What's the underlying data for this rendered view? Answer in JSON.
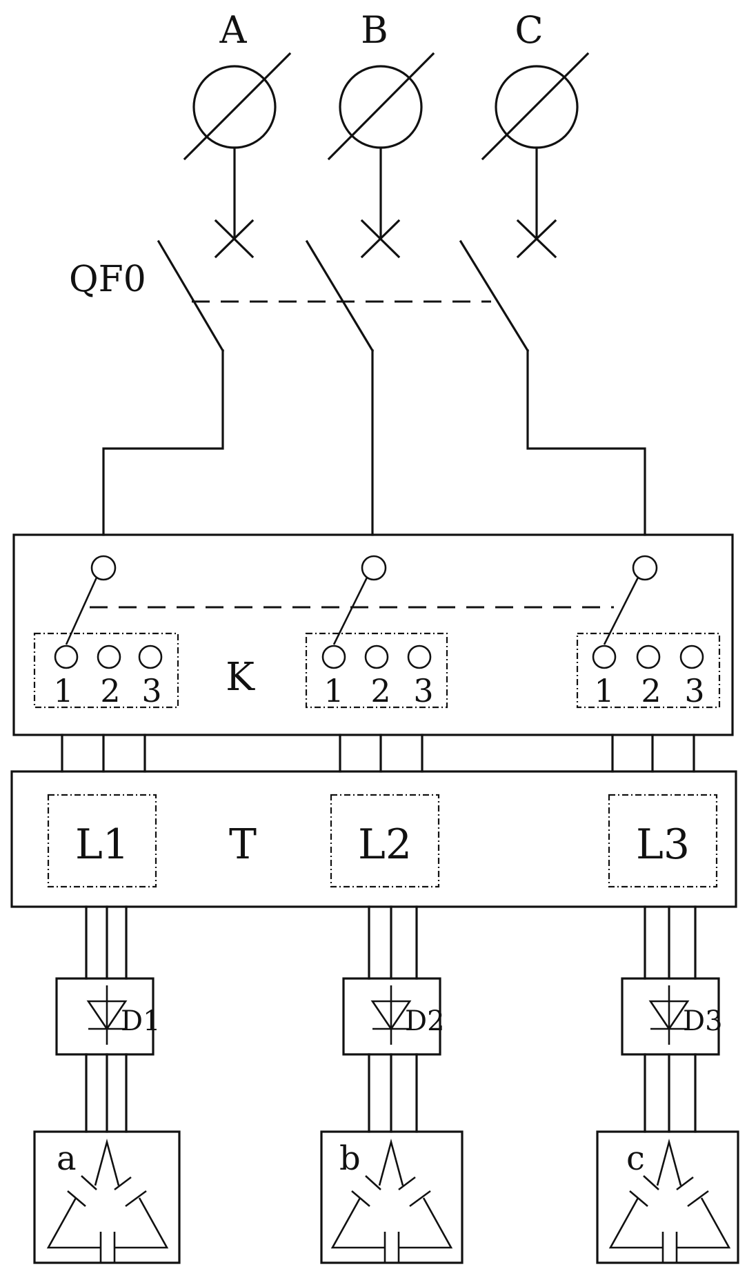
{
  "sources": [
    "A",
    "B",
    "C"
  ],
  "breaker_label": "QF0",
  "switch_label": "K",
  "switch_terminals": [
    "1",
    "2",
    "3"
  ],
  "transformer_label": "T",
  "windings": [
    "L1",
    "L2",
    "L3"
  ],
  "rectifiers": [
    "D1",
    "D2",
    "D3"
  ],
  "loads": [
    "a",
    "b",
    "c"
  ]
}
